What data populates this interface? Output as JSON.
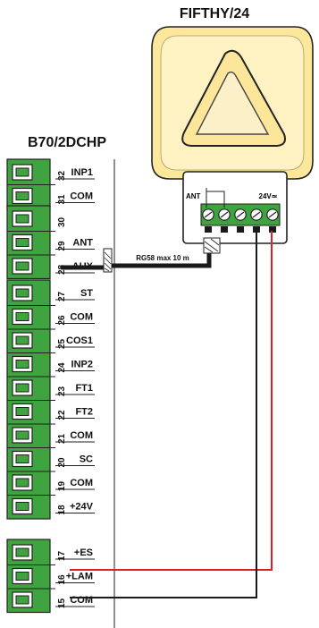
{
  "controller": {
    "title": "B70/2DCHP",
    "groups": [
      {
        "name": "group-a",
        "terminals": [
          {
            "num": "32",
            "label": "INP1"
          },
          {
            "num": "31",
            "label": "COM"
          }
        ]
      },
      {
        "name": "group-b",
        "terminals": [
          {
            "num": "30",
            "label": ""
          },
          {
            "num": "29",
            "label": "ANT"
          },
          {
            "num": "28",
            "label": "AUX"
          }
        ]
      },
      {
        "name": "group-c",
        "terminals": [
          {
            "num": "27",
            "label": "ST"
          },
          {
            "num": "26",
            "label": "COM"
          },
          {
            "num": "25",
            "label": "COS1"
          },
          {
            "num": "24",
            "label": "INP2"
          },
          {
            "num": "23",
            "label": "FT1"
          },
          {
            "num": "22",
            "label": "FT2"
          },
          {
            "num": "21",
            "label": "COM"
          },
          {
            "num": "20",
            "label": "SC"
          },
          {
            "num": "19",
            "label": "COM"
          },
          {
            "num": "18",
            "label": "+24V"
          }
        ]
      },
      {
        "name": "group-d",
        "terminals": [
          {
            "num": "17",
            "label": "+ES"
          },
          {
            "num": "16",
            "label": "+LAM"
          },
          {
            "num": "15",
            "label": "COM"
          }
        ]
      }
    ]
  },
  "lamp": {
    "title": "FIFTHY/24",
    "ant_label": "ANT",
    "power_label": "24V≃"
  },
  "cable": {
    "label": "RG58 max 10 m"
  },
  "colors": {
    "terminal_green": "#3fa33f",
    "lamp_yellow": "#fde79a",
    "wire_red": "#e02020",
    "wire_black": "#1a1a1a"
  }
}
